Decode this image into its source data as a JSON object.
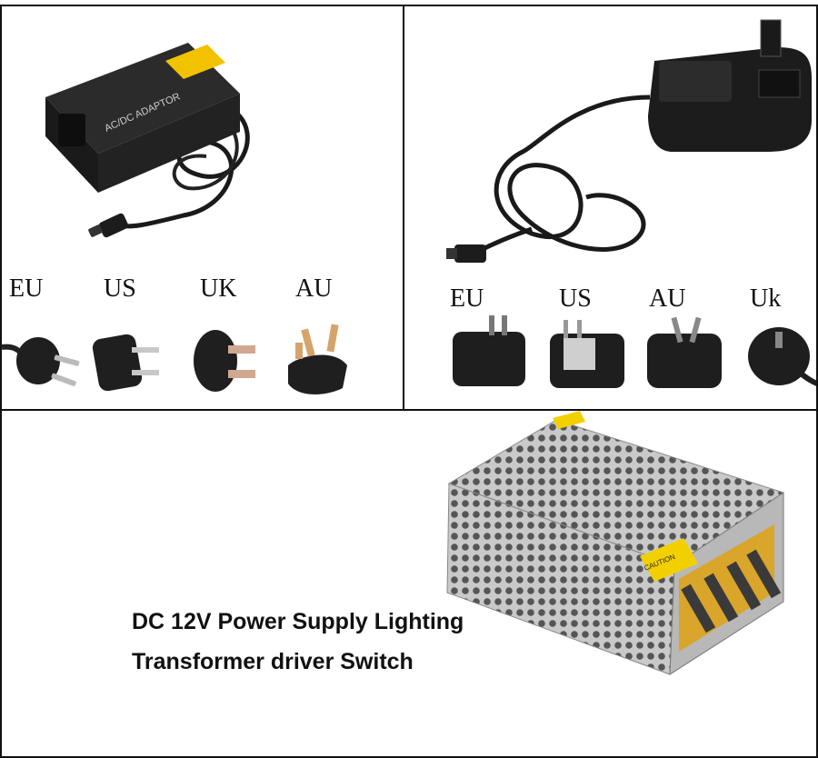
{
  "panel_left": {
    "adapter_text": "AC/DC ADAPTOR",
    "plug_labels": [
      "EU",
      "US",
      "UK",
      "AU"
    ]
  },
  "panel_right": {
    "plug_labels": [
      "EU",
      "US",
      "AU",
      "Uk"
    ]
  },
  "panel_bottom": {
    "caption_line1": "DC 12V Power Supply Lighting",
    "caption_line2": "Transformer driver Switch",
    "caution_text": "CAUTION"
  }
}
